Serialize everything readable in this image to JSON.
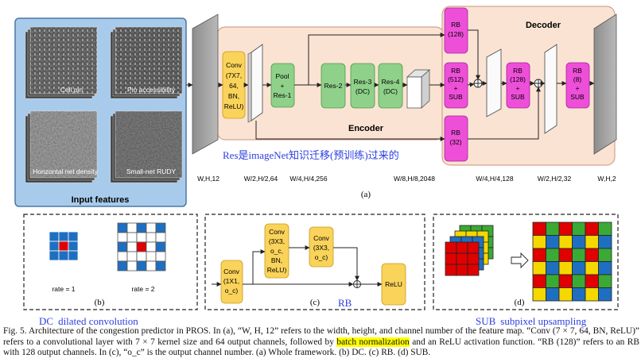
{
  "panel_a": {
    "input_box_title": "Input features",
    "input_labels": [
      "Cell pin",
      "Pin accessibility",
      "Horizontal net density",
      "Small-net RUDY"
    ],
    "encoder_title": "Encoder",
    "decoder_title": "Decoder",
    "blocks": {
      "conv": [
        "Conv",
        "(7X7,",
        "64,",
        "BN,",
        "ReLU)"
      ],
      "pool": [
        "Pool",
        "+",
        "Res-1"
      ],
      "res2": [
        "Res-2"
      ],
      "res3": [
        "Res-3",
        "(DC)"
      ],
      "res4": [
        "Res-4",
        "(DC)"
      ],
      "rb128_top": [
        "RB",
        "(128)"
      ],
      "rb512": [
        "RB",
        "(512)",
        "+",
        "SUB"
      ],
      "rb32": [
        "RB",
        "(32)"
      ],
      "rb128_mid": [
        "RB",
        "(128)",
        "+",
        "SUB"
      ],
      "rb8": [
        "RB",
        "(8)",
        "+",
        "SUB"
      ]
    },
    "dims": [
      "W,H,12",
      "W/2,H/2,64",
      "W/4,H/4,256",
      "W/8,H/8,2048",
      "W/4,H/4,128",
      "W/2,H/2,32",
      "W,H,2"
    ],
    "annotation": "Res是imageNet知识迁移(预训练)过来的",
    "label": "(a)"
  },
  "panel_b": {
    "rate1": "rate = 1",
    "rate2": "rate = 2",
    "label": "(b)",
    "annotation_dc": "DC",
    "annotation": "dilated convolution"
  },
  "panel_c": {
    "conv1": [
      "Conv",
      "(1X1,",
      "o_c)"
    ],
    "conv3a": [
      "Conv",
      "(3X3,",
      "o_c,",
      "BN,",
      "ReLU)"
    ],
    "conv3b": [
      "Conv",
      "(3X3,",
      "o_c)"
    ],
    "relu": "ReLU",
    "label": "(c)",
    "annotation": "RB"
  },
  "panel_d": {
    "label": "(d)",
    "annotation_sub": "SUB",
    "annotation": "subpixel upsampling"
  },
  "caption": {
    "part1": "Fig. 5.    Architecture of the congestion predictor in PROS. In (a), “W, H, 12” refers to the width, height, and channel number of the feature map. “Conv (7 × 7, 64, BN, ReLU)” refers to a convolutional layer with 7 × 7 kernel size and 64 output channels, followed by ",
    "highlight": "batch normalization",
    "part2": " and an ReLU activation function. “RB (128)” refers to an RB with 128 output channels. In (c), “o_c” is the output channel number. (a) Whole framework. (b) DC. (c) RB. (d) SUB."
  },
  "colors": {
    "input_bg": "#a9cbeb",
    "encoder_bg": "#fbe3d3",
    "conv_yellow": "#fad35a",
    "res_green": "#8fd18a",
    "rb_magenta": "#ee4fd9",
    "annotation_blue": "#2b3fe0",
    "grid_blue": "#1f6fc0",
    "grid_red": "#e00000",
    "sub_green": "#3aaa35",
    "sub_yellow": "#f5d800"
  }
}
